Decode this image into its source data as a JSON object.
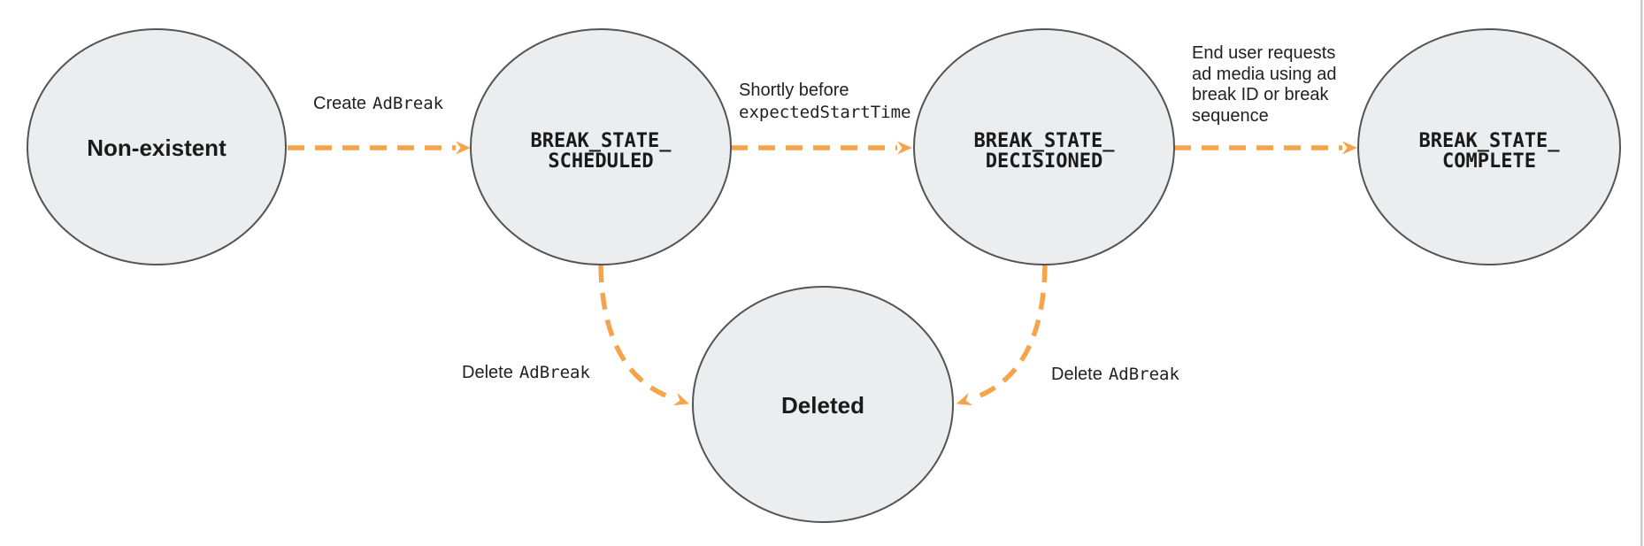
{
  "colors": {
    "arrow_orange": "#F6A44C",
    "node_fill": "#ECEDEE",
    "node_stroke": "#545454",
    "label_text": "#202124",
    "background": "#FFFFFF"
  },
  "states": {
    "non_existent": {
      "label": "Non-existent"
    },
    "scheduled": {
      "line1": "BREAK_STATE_",
      "line2": "SCHEDULED"
    },
    "decisioned": {
      "line1": "BREAK_STATE_",
      "line2": "DECISIONED"
    },
    "complete": {
      "line1": "BREAK_STATE_",
      "line2": "COMPLETE"
    },
    "deleted": {
      "label": "Deleted"
    }
  },
  "transitions": {
    "create_adbreak": {
      "word1": "Create",
      "code": "AdBreak"
    },
    "shortly_before": {
      "line1": "Shortly before",
      "line2_code": "expectedStartTime"
    },
    "end_user_request": {
      "lines": [
        "End user requests",
        "ad media using ad",
        "break ID or break",
        "sequence"
      ]
    },
    "delete_adbreak_left": {
      "word1": "Delete",
      "code": "AdBreak"
    },
    "delete_adbreak_right": {
      "word1": "Delete",
      "code": "AdBreak"
    }
  }
}
